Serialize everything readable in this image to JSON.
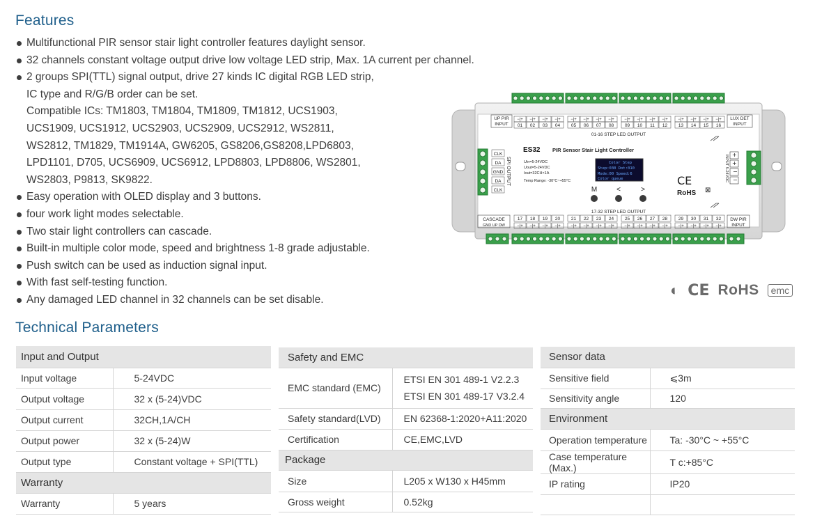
{
  "features": {
    "title": "Features",
    "items": [
      "Multifunctional PIR sensor stair light controller features daylight sensor.",
      "32 channels constant voltage output drive low voltage LED strip, Max. 1A current per channel.",
      "2 groups SPI(TTL) signal output, drive 27 kinds IC digital RGB LED strip,",
      "Easy operation with OLED display and 3 buttons.",
      "four work light modes selectable.",
      "Two stair light controllers can cascade.",
      "Built-in multiple color mode, speed and brightness 1-8 grade adjustable.",
      "Push switch can be used as induction signal input.",
      "With fast self-testing function.",
      "Any damaged LED channel in 32 channels can be set disable."
    ],
    "continuation": [
      "IC type and R/G/B order can be set.",
      "Compatible ICs: TM1803, TM1804, TM1809, TM1812, UCS1903,",
      "UCS1909, UCS1912, UCS2903, UCS2909, UCS2912, WS2811,",
      "WS2812, TM1829, TM1914A, GW6205, GS8206,GS8208,LPD6803,",
      "LPD1101, D705, UCS6909, UCS6912, LPD8803, LPD8806, WS2801,",
      "WS2803, P9813, SK9822."
    ]
  },
  "device": {
    "model": "ES32",
    "name": "PIR Sensor Stair Light Controller",
    "specs": [
      "Uin=5-24VDC",
      "Uout=5-24VDC",
      "Iout=32CH×1A",
      "Temp Range: -30°C~+55°C"
    ],
    "oled": [
      "Color Step",
      "Step:030 Dot:010",
      "Mode:00  Speed:6",
      "Color queue"
    ],
    "buttons": [
      "M",
      "<",
      ">"
    ],
    "top_label": "01-16 STEP LED OUTPUT",
    "bottom_label": "17-32 STEP LED OUTPUT",
    "up_pir": "UP PIR INPUT",
    "lux_det": "LUX DET INPUT",
    "cascade": "CASCADE",
    "cascade_pins": [
      "GND",
      "UP",
      "DW"
    ],
    "dw_pir": "DW PIR INPUT",
    "spi_label": "SPI OUTPUT",
    "spi_pins": [
      "CLK",
      "DA",
      "GND",
      "DA",
      "CLK"
    ],
    "input_label": "INPUT 5-24VDC",
    "top_channels": [
      "01",
      "02",
      "03",
      "04",
      "05",
      "06",
      "07",
      "08",
      "09",
      "10",
      "11",
      "12",
      "13",
      "14",
      "15",
      "16"
    ],
    "bottom_channels": [
      "17",
      "18",
      "19",
      "20",
      "21",
      "22",
      "23",
      "24",
      "25",
      "26",
      "27",
      "28",
      "29",
      "30",
      "31",
      "32"
    ],
    "ce": "CE",
    "rohs": "RoHS"
  },
  "certs": {
    "ce": "CE",
    "rohs": "RoHS",
    "emc": "emc"
  },
  "tech": {
    "title": "Technical Parameters",
    "io": {
      "header": "Input and Output",
      "rows": [
        [
          "Input voltage",
          "5-24VDC"
        ],
        [
          "Output voltage",
          "32 x (5-24)VDC"
        ],
        [
          "Output current",
          "32CH,1A/CH"
        ],
        [
          "Output power",
          "32 x (5-24)W"
        ],
        [
          "Output type",
          "Constant voltage + SPI(TTL)"
        ]
      ]
    },
    "warranty": {
      "header": "Warranty",
      "rows": [
        [
          "Warranty",
          "5 years"
        ]
      ]
    },
    "safety": {
      "header": "Safety and EMC",
      "emc_key": "EMC standard (EMC)",
      "emc_values": [
        "ETSI EN 301 489-1 V2.2.3",
        "ETSI EN 301 489-17 V3.2.4"
      ],
      "rows": [
        [
          "Safety standard(LVD)",
          "EN 62368-1:2020+A11:2020"
        ],
        [
          "Certification",
          "CE,EMC,LVD"
        ]
      ]
    },
    "package": {
      "header": "Package",
      "rows": [
        [
          "Size",
          "L205 x W130 x H45mm"
        ],
        [
          "Gross weight",
          "0.52kg"
        ]
      ]
    },
    "sensor": {
      "header": "Sensor data",
      "rows": [
        [
          "Sensitive field",
          "⩽3m"
        ],
        [
          "Sensitivity angle",
          "120"
        ]
      ]
    },
    "environment": {
      "header": "Environment",
      "rows": [
        [
          "Operation temperature",
          "Ta: -30°C ~ +55°C"
        ],
        [
          "Case temperature (Max.)",
          "T c:+85°C"
        ],
        [
          "IP rating",
          "IP20"
        ]
      ]
    }
  }
}
